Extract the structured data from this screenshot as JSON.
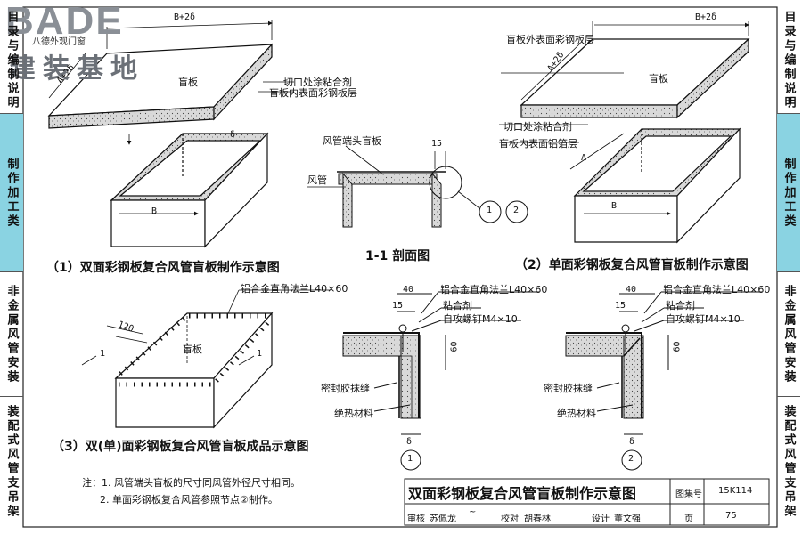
{
  "logo": {
    "mark": "BADE",
    "subtitle": "八德外观门窗",
    "name": "建装基地"
  },
  "sidebar_left": [
    {
      "label": "目录与编制说明",
      "active": false
    },
    {
      "label": "制作加工类",
      "active": true
    },
    {
      "label": "非金属风管安装",
      "active": false
    },
    {
      "label": "装配式风管支吊架",
      "active": false
    }
  ],
  "sidebar_right": [
    {
      "label": "目录与编制说明",
      "active": false
    },
    {
      "label": "制作加工类",
      "active": true
    },
    {
      "label": "非金属风管安装",
      "active": false
    },
    {
      "label": "装配式风管支吊架",
      "active": false
    }
  ],
  "fig1": {
    "dim_top": "B+2δ",
    "dim_side": "A+2δ",
    "plate": "盲板",
    "note_glue": "切口处涂粘合剂",
    "note_inner": "盲板内表面彩钢板层",
    "dim_B": "B",
    "dim_d": "δ",
    "caption": "（1）双面彩钢板复合风管盲板制作示意图"
  },
  "section": {
    "title": "1-1  剖面图",
    "label_end": "风管端头盲板",
    "label_duct": "风管",
    "dim_15": "15",
    "node1": "1",
    "node2": "2"
  },
  "fig2": {
    "dim_top": "B+2δ",
    "note_outer": "盲板外表面彩钢板层",
    "dim_side": "A+2δ",
    "plate": "盲板",
    "note_glue": "切口处涂粘合剂",
    "note_inner": "盲板内表面铝箔层",
    "dim_A": "A",
    "dim_B": "B",
    "caption": "（2）单面彩钢板复合风管盲板制作示意图"
  },
  "fig3": {
    "flange": "铝合金直角法兰L40×60",
    "dim_120": "120",
    "plate": "盲板",
    "sec_1a": "1",
    "sec_1b": "1",
    "caption": "（3）双(单)面彩钢板复合风管盲板成品示意图"
  },
  "detail1": {
    "dim_40": "40",
    "dim_15": "15",
    "flange": "铝合金直角法兰L40×60",
    "glue": "粘合剂",
    "screw": "自攻螺钉M4×10",
    "dim_60": "60",
    "sealant": "密封胶抹缝",
    "insul": "绝热材料",
    "dim_d": "δ",
    "node": "1"
  },
  "detail2": {
    "dim_40": "40",
    "dim_15": "15",
    "flange": "铝合金直角法兰L40×60",
    "glue": "粘合剂",
    "screw": "自攻螺钉M4×10",
    "dim_60": "60",
    "sealant": "密封胶抹缝",
    "insul": "绝热材料",
    "dim_d": "δ",
    "node": "2"
  },
  "notes": {
    "n1": "注：1. 风管端头盲板的尺寸同风管外径尺寸相同。",
    "n2": "2. 单面彩钢板复合风管参照节点②制作。"
  },
  "title_block": {
    "title": "双面彩钢板复合风管盲板制作示意图",
    "atlas_label": "图集号",
    "atlas_no": "15K114",
    "review_label": "审核",
    "reviewer": "苏佩龙",
    "check_label": "校对",
    "checker": "胡春林",
    "design_label": "设计",
    "designer": "董文强",
    "page_label": "页",
    "page_no": "75"
  }
}
